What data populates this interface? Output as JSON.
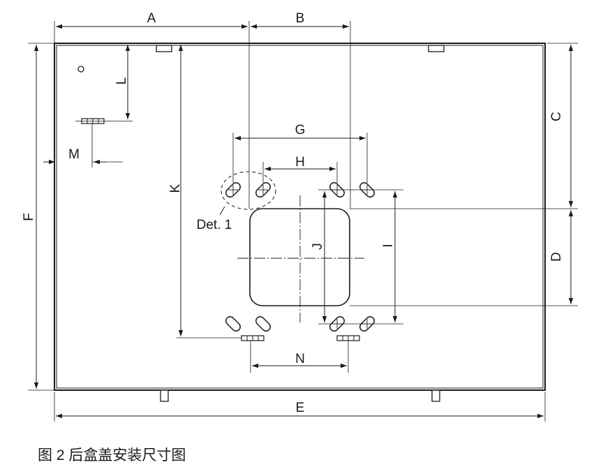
{
  "labels": {
    "a": "A",
    "b": "B",
    "c": "C",
    "d": "D",
    "e": "E",
    "f": "F",
    "g": "G",
    "h": "H",
    "i": "I",
    "j": "J",
    "k": "K",
    "l": "L",
    "m": "M",
    "n": "N"
  },
  "detail_label": "Det. 1",
  "caption": "图 2 后盒盖安装尺寸图"
}
